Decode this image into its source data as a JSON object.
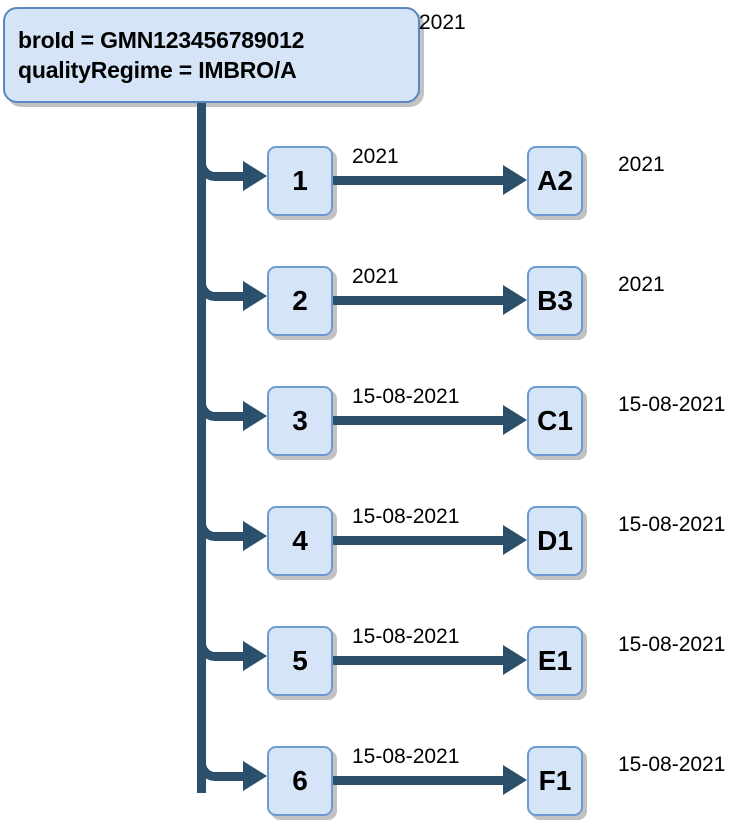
{
  "diagram": {
    "root": {
      "line1": "broId = GMN123456789012",
      "line2": "qualityRegime = IMBRO/A",
      "trailing_label": "2021"
    },
    "colors": {
      "node_fill": "#d6e4f7",
      "node_border": "#6d9bd1",
      "root_border": "#5b87c0",
      "connector": "#2c4f6b",
      "shadow": "#c2c2c2",
      "background": "#ffffff",
      "text": "#000000"
    },
    "rows": [
      {
        "source": "1",
        "target": "A2",
        "edge_label": "2021",
        "trailing_label": "2021"
      },
      {
        "source": "2",
        "target": "B3",
        "edge_label": "2021",
        "trailing_label": "2021"
      },
      {
        "source": "3",
        "target": "C1",
        "edge_label": "15-08-2021",
        "trailing_label": "15-08-2021"
      },
      {
        "source": "4",
        "target": "D1",
        "edge_label": "15-08-2021",
        "trailing_label": "15-08-2021"
      },
      {
        "source": "5",
        "target": "E1",
        "edge_label": "15-08-2021",
        "trailing_label": "15-08-2021"
      },
      {
        "source": "6",
        "target": "F1",
        "edge_label": "15-08-2021",
        "trailing_label": "15-08-2021"
      }
    ]
  }
}
